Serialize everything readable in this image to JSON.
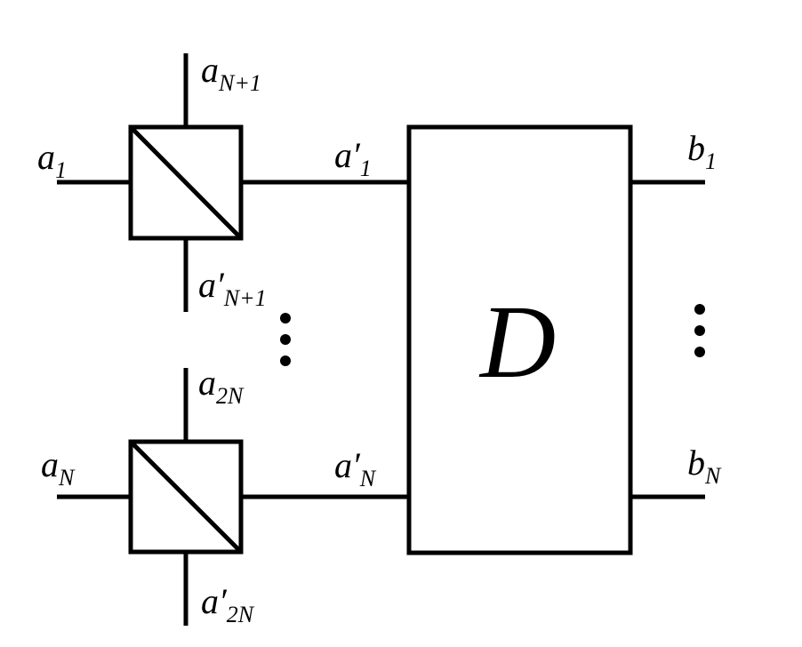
{
  "labels": {
    "a1": {
      "main": "a",
      "sub": "1"
    },
    "aN1": {
      "main": "a",
      "sub": "N+1"
    },
    "ap1": {
      "main": "a′",
      "sub": "1"
    },
    "apN1": {
      "main": "a′",
      "sub": "N+1"
    },
    "aN": {
      "main": "a",
      "sub": "N"
    },
    "a2N": {
      "main": "a",
      "sub": "2N"
    },
    "apN": {
      "main": "a′",
      "sub": "N"
    },
    "ap2N": {
      "main": "a′",
      "sub": "2N"
    },
    "b1": {
      "main": "b",
      "sub": "1"
    },
    "bN": {
      "main": "b",
      "sub": "N"
    },
    "device": "D"
  }
}
